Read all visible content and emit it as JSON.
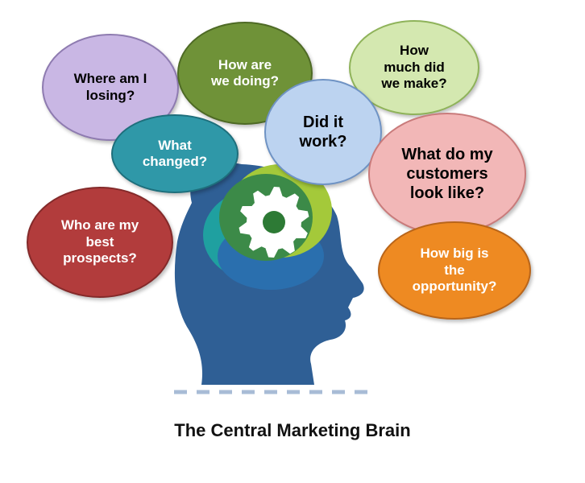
{
  "diagram": {
    "caption": "The Central Marketing Brain",
    "bubbles": [
      {
        "id": "where",
        "text": "Where am I\nlosing?",
        "fill": "#c9b7e4",
        "stroke": "#8e7bb0"
      },
      {
        "id": "howare",
        "text": "How are\nwe doing?",
        "fill": "#6f9238",
        "stroke": "#4e6a25"
      },
      {
        "id": "howmuch",
        "text": "How\nmuch did\nwe make?",
        "fill": "#d4e8b0",
        "stroke": "#8fb35a"
      },
      {
        "id": "did",
        "text": "Did it\nwork?",
        "fill": "#bcd3f0",
        "stroke": "#6f93c4"
      },
      {
        "id": "what",
        "text": "What\nchanged?",
        "fill": "#2f98a8",
        "stroke": "#1e6f7c"
      },
      {
        "id": "cust",
        "text": "What do my\ncustomers\nlook like?",
        "fill": "#f2b7b7",
        "stroke": "#c97b7b"
      },
      {
        "id": "who",
        "text": "Who are my\nbest\nprospects?",
        "fill": "#b23c3c",
        "stroke": "#842a2a"
      },
      {
        "id": "big",
        "text": "How big is\nthe\nopportunity?",
        "fill": "#ee8a22",
        "stroke": "#b9651a"
      }
    ],
    "colors": {
      "head": "#2f5f95",
      "brain_lime": "#a4c93a",
      "brain_green": "#3c8a48",
      "brain_teal": "#1fa0a0",
      "brain_blue": "#2a6fae",
      "gear": "#ffffff",
      "gear_hub": "#2d7a35",
      "dash": "#a8bcd6"
    }
  }
}
